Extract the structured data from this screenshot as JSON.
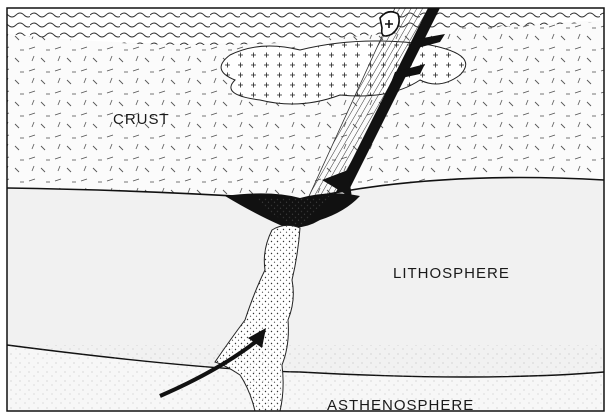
{
  "labels": {
    "crust": "CRUST",
    "lithosphere": "LITHOSPHERE",
    "asthenosphere": "ASTHENOSPHERE"
  },
  "colors": {
    "ink": "#111111",
    "paper": "#ffffff",
    "mantle_fill": "#f1f1f1",
    "crust_fill": "#fbfbfb"
  }
}
